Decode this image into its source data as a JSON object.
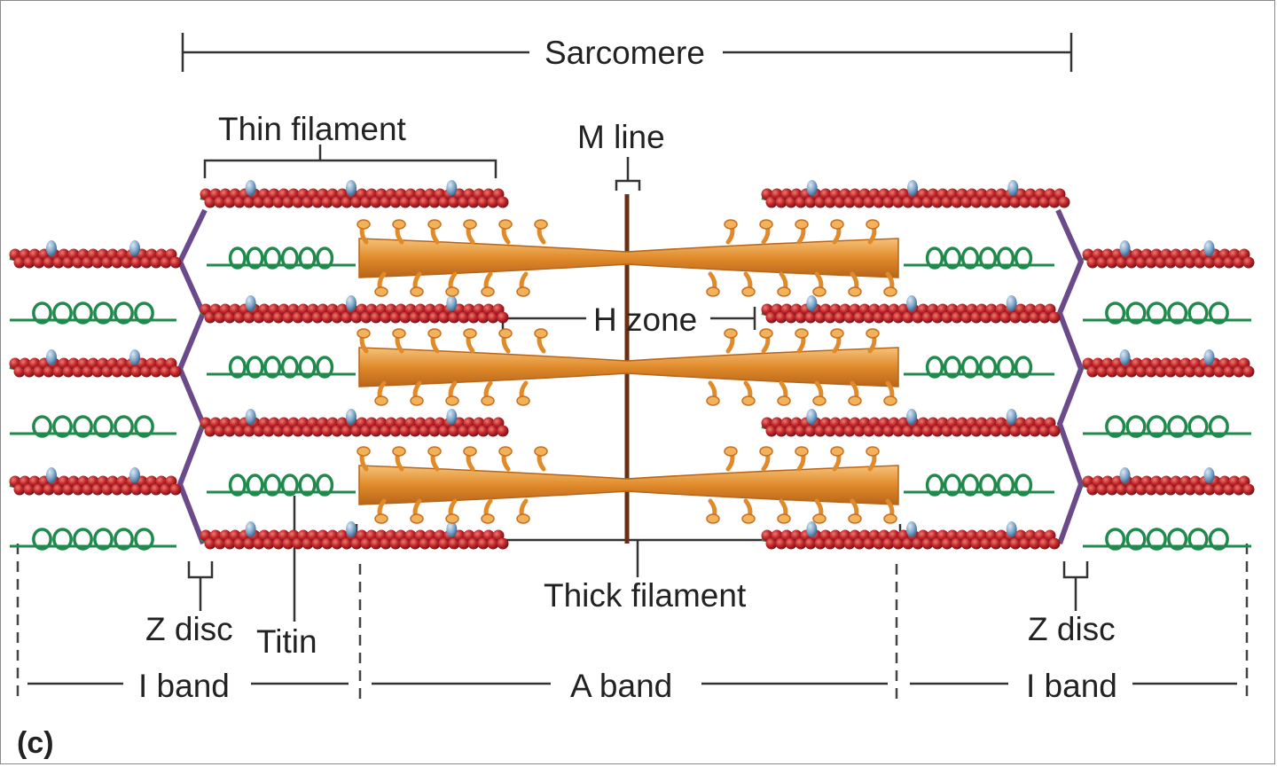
{
  "panel_label": "(c)",
  "labels": {
    "sarcomere": "Sarcomere",
    "thin_filament": "Thin filament",
    "m_line": "M line",
    "h_zone": "H zone",
    "thick_filament": "Thick filament",
    "z_disc_left": "Z disc",
    "z_disc_right": "Z disc",
    "titin": "Titin",
    "i_band_left": "I band",
    "a_band": "A band",
    "i_band_right": "I band"
  },
  "colors": {
    "actin": "#c0272d",
    "actin_highlight": "#e8564f",
    "tropomyosin": "#2f8a3e",
    "troponin": "#7fa6c9",
    "titin": "#1f8a4c",
    "myosin": "#e08a2a",
    "myosin_light": "#f2b25a",
    "z_disc": "#6a4a8a",
    "m_line": "#6b2e12",
    "line": "#333333"
  },
  "icons": {
    "actin": "red-bead-chain",
    "titin": "green-coil",
    "myosin": "orange-fibre-with-heads"
  }
}
